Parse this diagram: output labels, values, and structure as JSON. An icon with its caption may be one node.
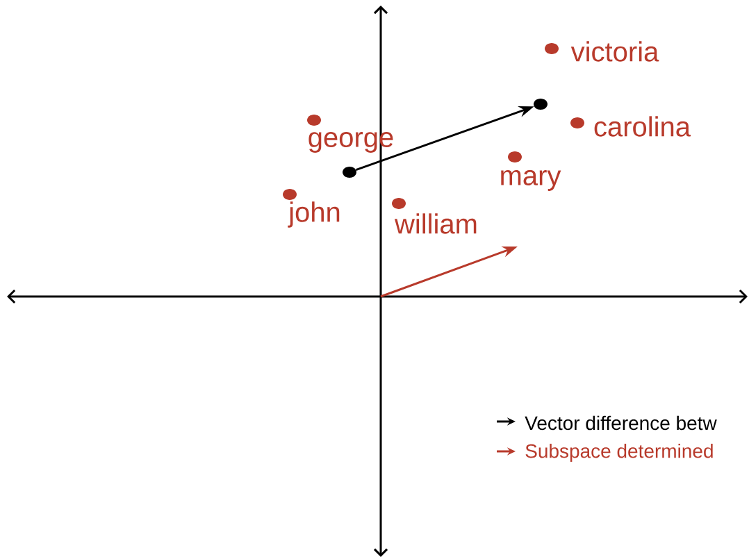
{
  "diagram": {
    "nodes": [
      {
        "text": [],
        "shape": "circle",
        "beside": [
          "george"
        ]
      },
      {
        "text": [],
        "shape": "circle",
        "beside": [
          "john"
        ]
      },
      {
        "text": [],
        "shape": "circle",
        "beside": [
          "william"
        ]
      },
      {
        "text": [],
        "shape": "circle",
        "beside": [
          "mary"
        ]
      },
      {
        "text": [],
        "shape": "circle",
        "beside": [
          "victoria"
        ]
      },
      {
        "text": [],
        "shape": "circle",
        "beside": [
          "carolina"
        ]
      },
      {
        "text": [],
        "shape": "circle"
      },
      {
        "text": [],
        "shape": "circle"
      }
    ],
    "edges": [
      {
        "from": 6,
        "to": 7,
        "arrow": "to"
      }
    ],
    "legend": [
      {
        "text": "Vector difference betw"
      },
      {
        "text": "Subspace determined"
      }
    ]
  }
}
